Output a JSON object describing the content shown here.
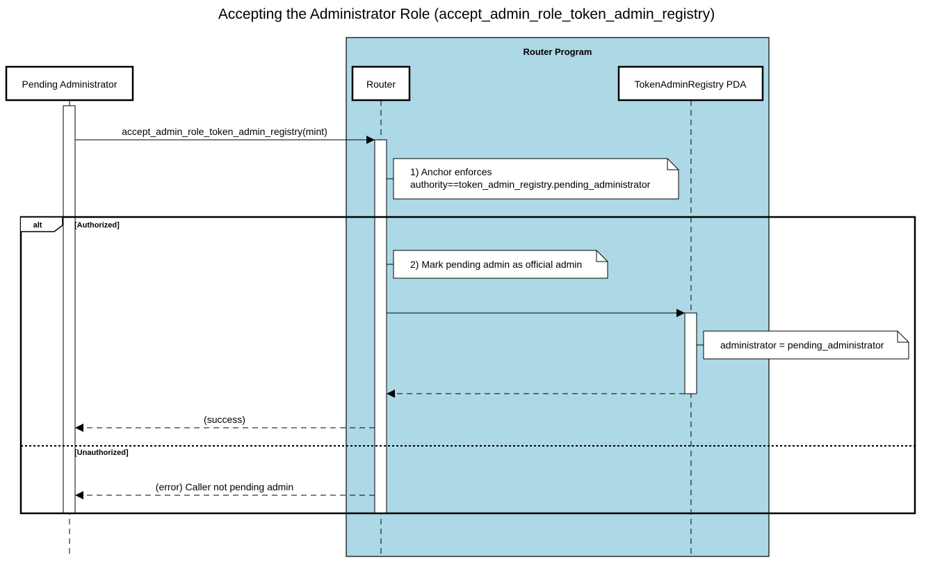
{
  "title": "Accepting the Administrator Role (accept_admin_role_token_admin_registry)",
  "group": {
    "label": "Router Program",
    "fill": "#add8e6"
  },
  "participants": {
    "pending_admin": "Pending Administrator",
    "router": "Router",
    "registry": "TokenAdminRegistry PDA"
  },
  "messages": {
    "call": "accept_admin_role_token_admin_registry(mint)",
    "success": "(success)",
    "error": "(error) Caller not pending admin"
  },
  "notes": {
    "anchor_line1": "1) Anchor enforces",
    "anchor_line2": "authority==token_admin_registry.pending_administrator",
    "mark": "2) Mark pending admin as official admin",
    "assign": "administrator = pending_administrator"
  },
  "alt": {
    "keyword": "alt",
    "guard_authorized": "[Authorized]",
    "guard_unauthorized": "[Unauthorized]"
  }
}
